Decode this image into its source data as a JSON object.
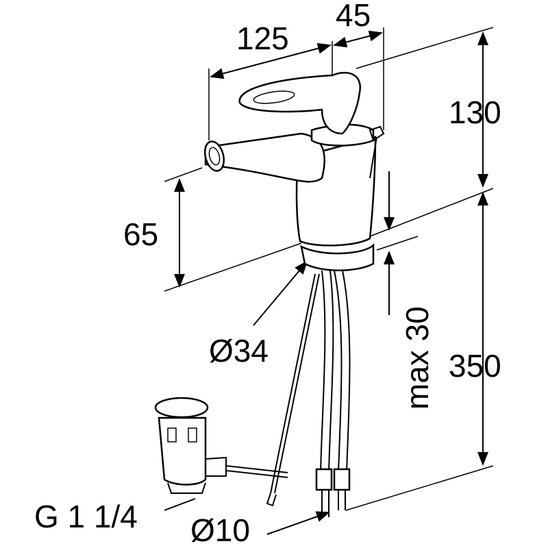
{
  "dimensions": {
    "width_spout": "125",
    "width_handle": "45",
    "height_top": "130",
    "spout_height": "65",
    "base_diameter": "Ø34",
    "max_thickness": "max 30",
    "hose_length": "350",
    "waste_thread": "G 1 1/4",
    "hose_diameter": "Ø10"
  },
  "colors": {
    "line": "#000000",
    "background": "#ffffff"
  }
}
